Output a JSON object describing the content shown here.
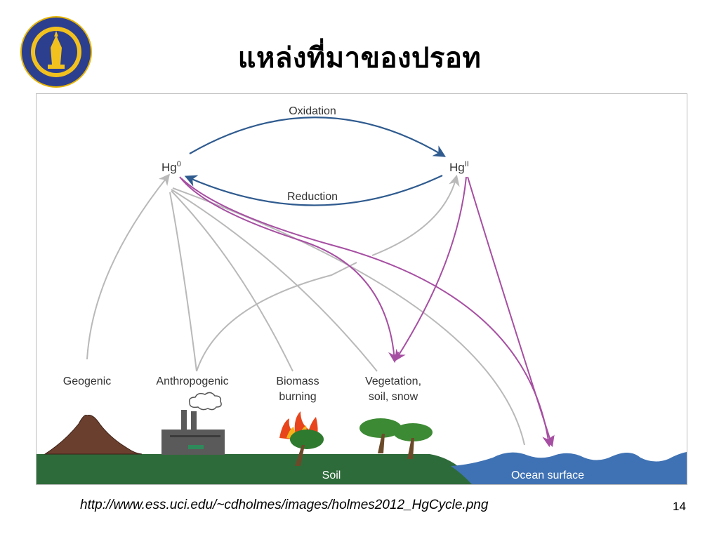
{
  "slide": {
    "title": "แหล่งที่มาของปรอท",
    "source_url": "http://www.ess.uci.edu/~cdholmes/images/holmes2012_HgCycle.png",
    "page_number": "14"
  },
  "logo": {
    "icon": "university-seal-icon",
    "colors": {
      "outer": "#2c3f8f",
      "ring": "#f2c11d",
      "inner": "#2c3f8f"
    }
  },
  "diagram": {
    "species": {
      "hg0_base": "Hg",
      "hg0_sup": "0",
      "hg2_base": "Hg",
      "hg2_sup": "II"
    },
    "processes": {
      "oxidation": "Oxidation",
      "reduction": "Reduction"
    },
    "sources": {
      "geogenic": "Geogenic",
      "anthropogenic": "Anthropogenic",
      "biomass_line1": "Biomass",
      "biomass_line2": "burning",
      "vegetation_line1": "Vegetation,",
      "vegetation_line2": "soil, snow"
    },
    "surfaces": {
      "soil": "Soil",
      "ocean": "Ocean surface"
    },
    "colors": {
      "redox_arrow": "#2f5b8f",
      "emission_arrow": "#b9b9b9",
      "deposition_arrow": "#a64fa2",
      "soil": "#2e6b3a",
      "ocean": "#3f72b4",
      "volcano": "#6b3f2e",
      "factory": "#5a5a5a",
      "fire": "#e8451c",
      "tree": "#4a9a3a"
    }
  }
}
